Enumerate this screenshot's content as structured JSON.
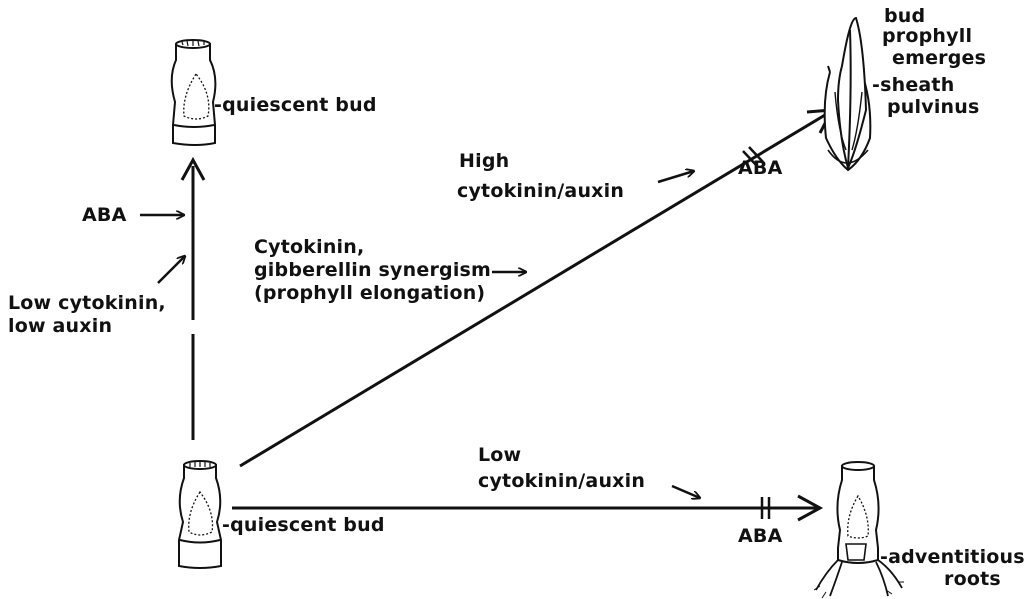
{
  "labels": {
    "quiescent_bud_top": "-quiescent bud",
    "quiescent_bud_bottom": "-quiescent bud",
    "bud": "bud",
    "prophyll_emerges_line1": "prophyll",
    "prophyll_emerges_line2": "emerges",
    "sheath_pulvinus_line1": "-sheath",
    "sheath_pulvinus_line2": "pulvinus",
    "adventitious_line1": "-adventitious",
    "adventitious_line2": "roots",
    "aba_vertical": "ABA",
    "aba_diagonal": "ABA",
    "aba_horizontal": "ABA",
    "high_ck_line1": "High",
    "high_ck_line2": "cytokinin/auxin",
    "synergism_line1": "Cytokinin,",
    "synergism_line2": "gibberellin synergism",
    "synergism_line3": "(prophyll elongation)",
    "low_ck_auxin_line1": "Low cytokinin,",
    "low_ck_auxin_line2": "low auxin",
    "low_ck_ratio_line1": "Low",
    "low_ck_ratio_line2": "cytokinin/auxin"
  },
  "colors": {
    "ink": "#111111",
    "background": "#ffffff"
  }
}
